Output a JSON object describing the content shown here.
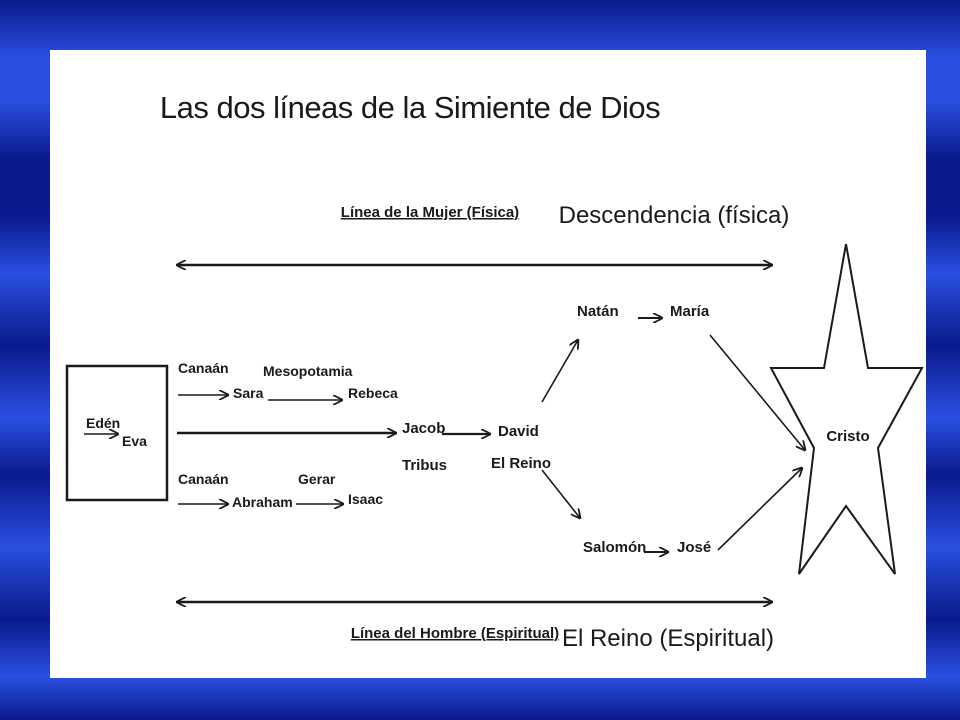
{
  "title": "Las dos líneas de la Simiente de Dios",
  "top_line": {
    "label": "Línea de la Mujer (Física)",
    "caption": "Descendencia (física)"
  },
  "bottom_line": {
    "label": "Línea del Hombre (Espiritual)",
    "caption": "El Reino (Espiritual)"
  },
  "box": {
    "a": "Edén",
    "b": "Eva"
  },
  "upper_branch": {
    "place1": "Canaán",
    "person1": "Sara",
    "place2": "Mesopotamia",
    "person2": "Rebeca"
  },
  "lower_branch": {
    "place1": "Canaán",
    "person1": "Abraham",
    "place2": "Gerar",
    "person2": "Isaac"
  },
  "center": {
    "jacob": "Jacob",
    "tribus": "Tribus",
    "david": "David",
    "reino": "El Reino"
  },
  "fork_up": {
    "a": "Natán",
    "b": "María"
  },
  "fork_down": {
    "a": "Salomón",
    "b": "José"
  },
  "star": {
    "label": "Cristo"
  }
}
